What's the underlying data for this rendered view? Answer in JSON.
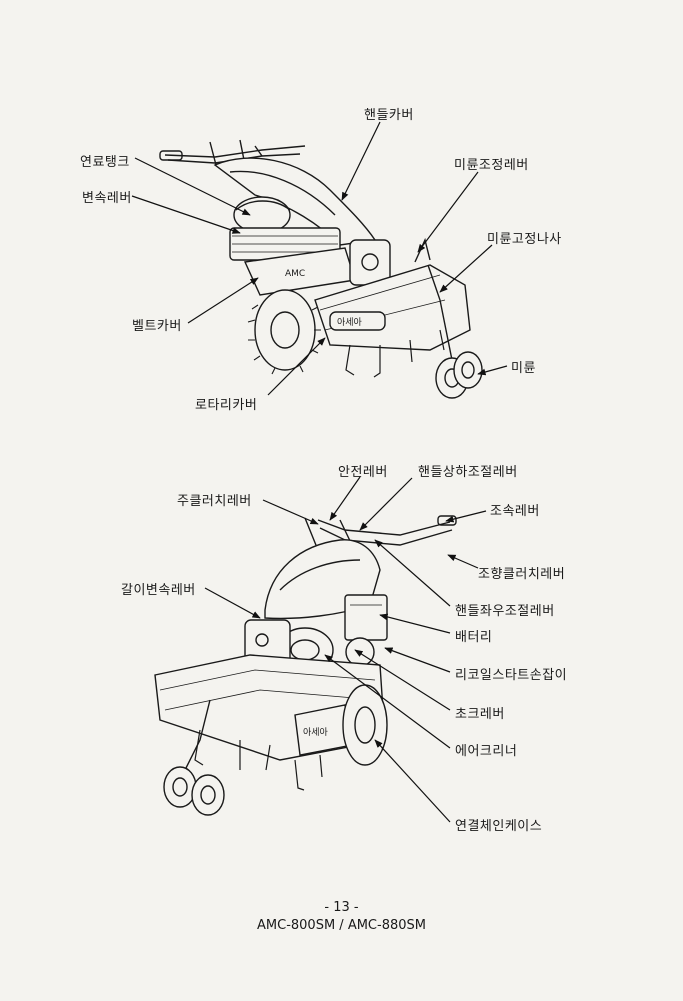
{
  "top_figure": {
    "labels": {
      "handle_cover": "핸들카버",
      "fuel_tank": "연료탱크",
      "shift_lever": "변속레버",
      "tail_wheel_adjust_lever": "미륜조정레버",
      "tail_wheel_fix_screw": "미륜고정나사",
      "belt_cover": "벨트카버",
      "tail_wheel": "미륜",
      "rotary_cover": "로타리카버"
    },
    "marks": {
      "brand": "AMC",
      "name": "아세아"
    }
  },
  "bottom_figure": {
    "labels": {
      "safety_lever": "안전레버",
      "handle_height_lever": "핸들상하조절레버",
      "main_clutch_lever": "주클러치레버",
      "throttle_lever": "조속레버",
      "steering_clutch_lever": "조향클러치레버",
      "tilling_shift_lever": "갈이변속레버",
      "handle_side_lever": "핸들좌우조절레버",
      "battery": "배터리",
      "recoil_starter_grip": "리코일스타트손잡이",
      "choke_lever": "초크레버",
      "air_cleaner": "에어크리너",
      "chain_case": "연결체인케이스"
    },
    "marks": {
      "name": "아세아"
    }
  },
  "footer": {
    "page_number": "- 13 -",
    "models": "AMC-800SM / AMC-880SM"
  }
}
